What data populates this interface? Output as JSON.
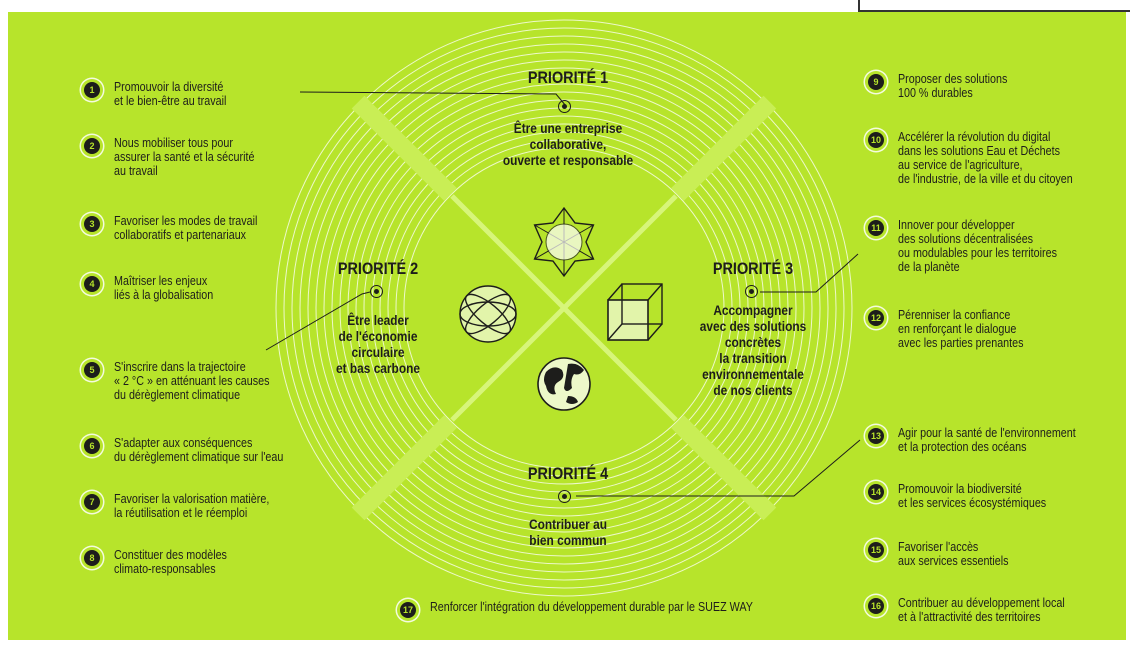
{
  "priorities": [
    {
      "title": "PRIORITÉ 1",
      "subtitle": "Être une entreprise\ncollaborative,\nouverte et responsable"
    },
    {
      "title": "PRIORITÉ 2",
      "subtitle": "Être leader\nde l'économie\ncirculaire\net bas carbone"
    },
    {
      "title": "PRIORITÉ 3",
      "subtitle": "Accompagner\navec des solutions\nconcrètes\nla transition\nenvironnementale\nde nos clients"
    },
    {
      "title": "PRIORITÉ 4",
      "subtitle": "Contribuer au\nbien commun"
    }
  ],
  "commitments": [
    {
      "num": "1",
      "text": "Promouvoir la diversité\net le bien-être au travail"
    },
    {
      "num": "2",
      "text": "Nous mobiliser tous pour\nassurer la santé et la sécurité\nau travail"
    },
    {
      "num": "3",
      "text": "Favoriser les modes de travail\ncollaboratifs et partenariaux"
    },
    {
      "num": "4",
      "text": "Maîtriser les enjeux\nliés à la globalisation"
    },
    {
      "num": "5",
      "text": "S'inscrire dans la trajectoire\n« 2 °C » en atténuant les causes\ndu dérèglement climatique"
    },
    {
      "num": "6",
      "text": "S'adapter aux conséquences\ndu dérèglement climatique sur l'eau"
    },
    {
      "num": "7",
      "text": "Favoriser la valorisation matière,\nla réutilisation et le réemploi"
    },
    {
      "num": "8",
      "text": "Constituer des modèles\nclimato-responsables"
    },
    {
      "num": "9",
      "text": "Proposer des solutions\n100 % durables"
    },
    {
      "num": "10",
      "text": "Accélérer la révolution du digital\ndans les solutions Eau et Déchets\nau service de l'agriculture,\nde l'industrie, de la ville et du citoyen"
    },
    {
      "num": "11",
      "text": "Innover pour développer\ndes solutions décentralisées\nou modulables pour les territoires\nde la planète"
    },
    {
      "num": "12",
      "text": "Pérenniser la confiance\nen renforçant le dialogue\navec les parties prenantes"
    },
    {
      "num": "13",
      "text": "Agir pour la santé de l'environnement\net la protection des océans"
    },
    {
      "num": "14",
      "text": "Promouvoir la biodiversité\net les services écosystémiques"
    },
    {
      "num": "15",
      "text": "Favoriser l'accès\naux services essentiels"
    },
    {
      "num": "16",
      "text": "Contribuer au développement local\net à l'attractivité des territoires"
    },
    {
      "num": "17",
      "text": "Renforcer l'intégration du développement durable par le SUEZ WAY"
    }
  ],
  "colors": {
    "background": "#b7e42b",
    "ink": "#1d1d1b",
    "rings": "#ffffff"
  },
  "icons": [
    "star-polyhedron-icon",
    "gyroscope-sphere-icon",
    "wireframe-cube-icon",
    "earth-globe-icon"
  ]
}
